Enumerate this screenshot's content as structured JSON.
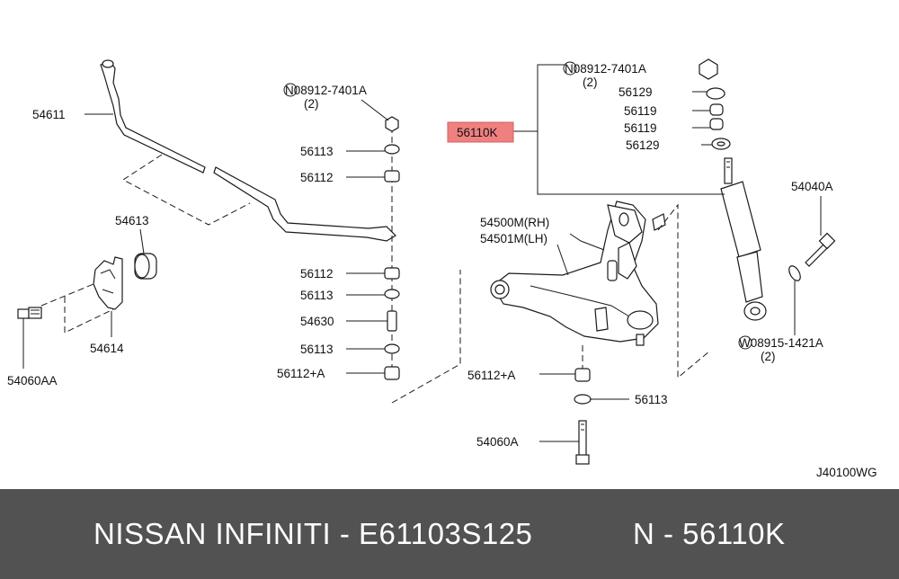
{
  "diagram": {
    "code": "J40100WG",
    "highlight_color": "#f08080",
    "labels": {
      "p54611": "54611",
      "p54613": "54613",
      "p54614": "54614",
      "p54060AA": "54060AA",
      "n08912_left": "N08912-7401A",
      "n08912_left_qty": "(2)",
      "p56113_a": "56113",
      "p56112_a": "56112",
      "p56112_b": "56112",
      "p56113_b": "56113",
      "p54630": "54630",
      "p56113_c": "56113",
      "p56112A_left": "56112+A",
      "p56110K": "56110K",
      "n08912_right": "N08912-7401A",
      "n08912_right_qty": "(2)",
      "p56129_a": "56129",
      "p56119_a": "56119",
      "p56119_b": "56119",
      "p56129_b": "56129",
      "p54040A": "54040A",
      "p54500M": "54500M(RH)",
      "p54501M": "54501M(LH)",
      "w08915": "W08915-1421A",
      "w08915_qty": "(2)",
      "p56112A_right": "56112+A",
      "p56113_d": "56113",
      "p54060A": "54060A"
    }
  },
  "footer": {
    "brand": "NISSAN  INFINITI - E61103S125",
    "part": "N - 56110K"
  }
}
